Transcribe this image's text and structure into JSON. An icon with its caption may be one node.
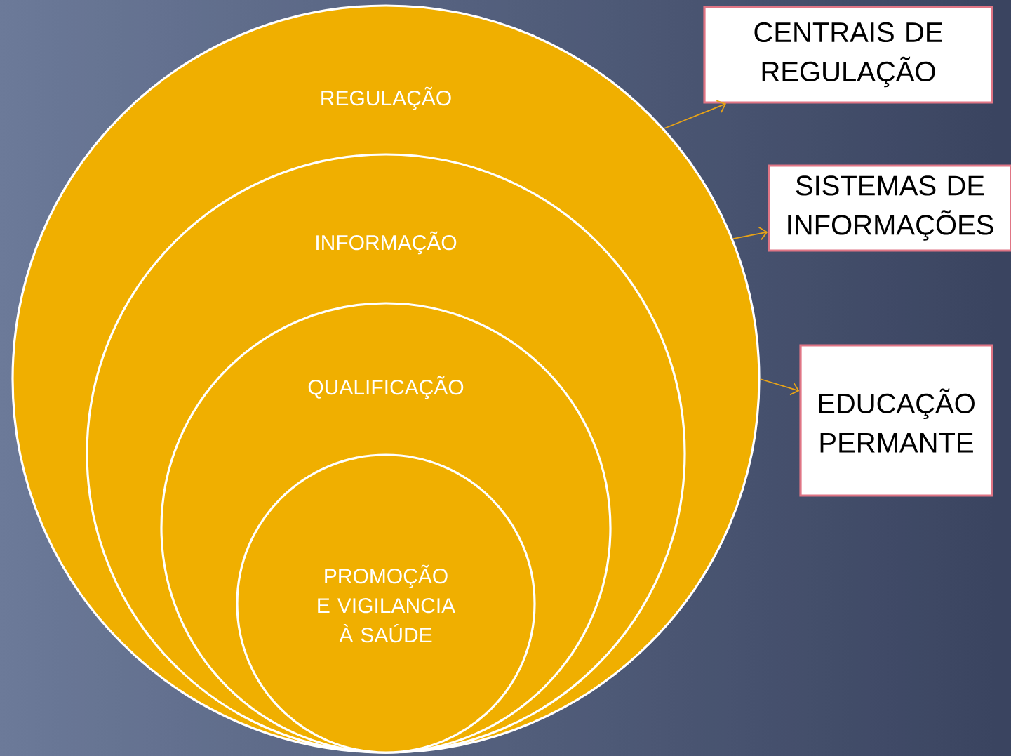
{
  "diagram": {
    "nodes": [
      {
        "text": [
          "REGULAÇÃO"
        ]
      },
      {
        "text": [
          "INFORMAÇÃO"
        ],
        "in": 0
      },
      {
        "text": [
          "QUALIFICAÇÃO"
        ],
        "in": 1
      },
      {
        "text": [
          "PROMOÇÃO E VIGILANCIA À SAÚDE"
        ],
        "in": 2
      },
      {
        "text": [
          "CENTRAIS DE REGULAÇÃO"
        ]
      },
      {
        "text": [
          "SISTEMAS DE INFORMAÇÕES"
        ]
      },
      {
        "text": [
          "EDUCAÇÃO PERMANTE"
        ]
      }
    ],
    "edges": [
      {
        "from": 0,
        "to": 4,
        "arrow": "to"
      },
      {
        "from": 0,
        "to": 5,
        "arrow": "to"
      },
      {
        "from": 0,
        "to": 6,
        "arrow": "to"
      }
    ]
  }
}
